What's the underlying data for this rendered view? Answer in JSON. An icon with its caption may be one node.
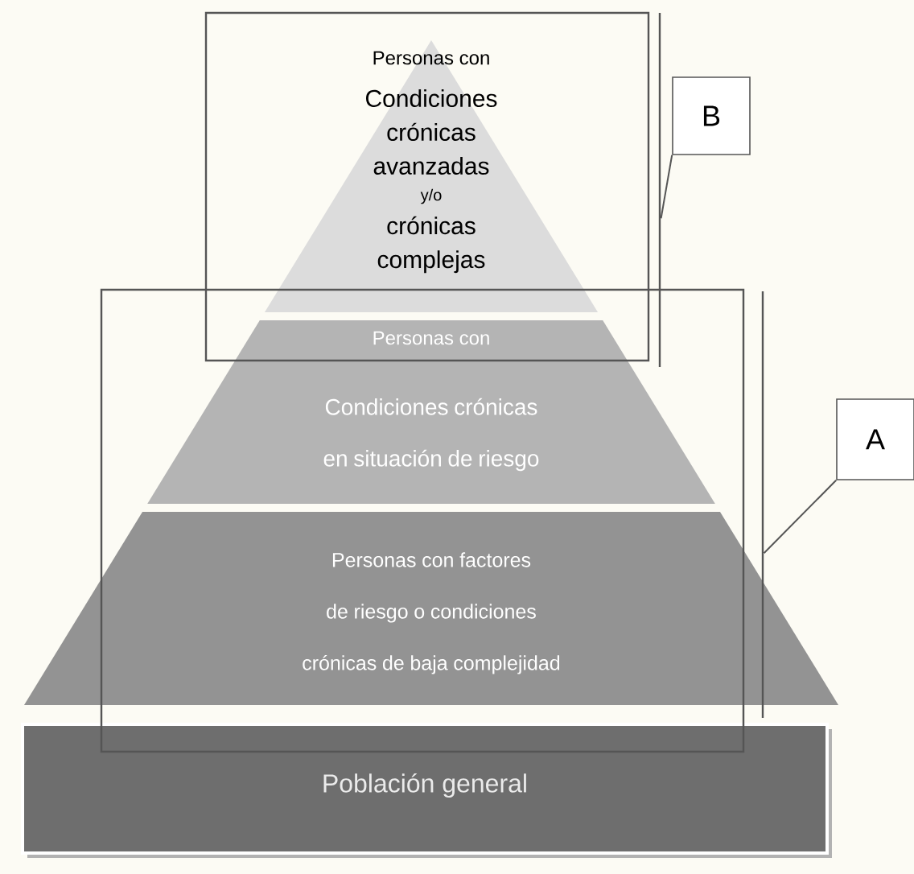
{
  "diagram": {
    "nodes": [
      {
        "text": [],
        "shape": "box"
      },
      {
        "text": [
          "Personas con",
          "Condiciones crónicas avanzadas",
          "y/o",
          "crónicas complejas"
        ],
        "in": 0
      },
      {
        "text": [
          "B"
        ]
      },
      {
        "text": [],
        "shape": "box"
      },
      {
        "text": [
          "Personas con",
          "Condiciones crónicas en situación de riesgo"
        ],
        "in": 3
      },
      {
        "text": [
          "A"
        ]
      },
      {
        "text": [
          "Personas con factores de riesgo o condiciones crónicas de baja complejidad"
        ]
      },
      {
        "text": [
          "Población general"
        ]
      }
    ],
    "edges": [
      {
        "from": 2,
        "to": 0,
        "arrow": "none"
      },
      {
        "from": 5,
        "to": 3,
        "arrow": "none"
      }
    ]
  }
}
